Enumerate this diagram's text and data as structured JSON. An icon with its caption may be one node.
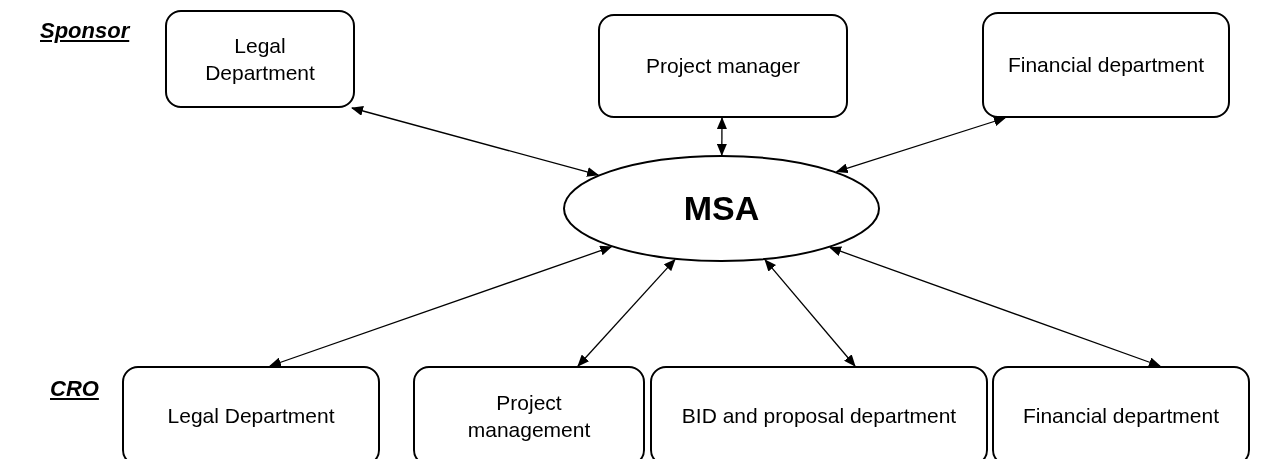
{
  "diagram": {
    "nodes": [
      {
        "text": [
          "Legal Department"
        ]
      },
      {
        "text": [
          "Project manager"
        ]
      },
      {
        "text": [
          "Financial department"
        ]
      },
      {
        "text": [
          "MSA"
        ]
      },
      {
        "text": [
          "Legal Department"
        ]
      },
      {
        "text": [
          "Project management"
        ]
      },
      {
        "text": [
          "BID and proposal department"
        ]
      },
      {
        "text": [
          "Financial department"
        ]
      }
    ],
    "edges": [
      {
        "from": 0,
        "to": 3,
        "arrow": "both"
      },
      {
        "from": 1,
        "to": 3,
        "arrow": "both"
      },
      {
        "from": 2,
        "to": 3,
        "arrow": "both"
      },
      {
        "from": 3,
        "to": 4,
        "arrow": "both"
      },
      {
        "from": 3,
        "to": 5,
        "arrow": "both"
      },
      {
        "from": 3,
        "to": 6,
        "arrow": "both"
      },
      {
        "from": 3,
        "to": 7,
        "arrow": "both"
      }
    ],
    "labels": [
      "Sponsor",
      "CRO"
    ]
  }
}
